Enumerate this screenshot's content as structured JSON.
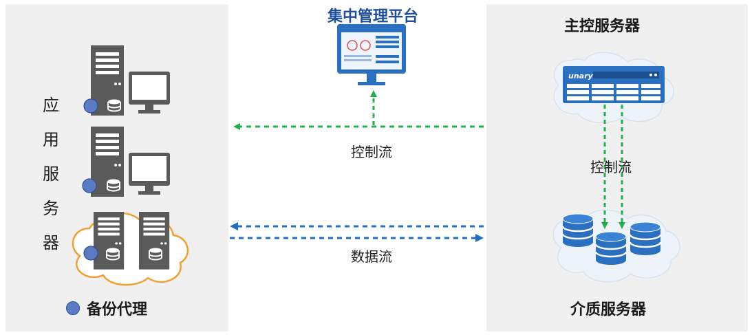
{
  "left_panel": {
    "vertical_label": [
      "应",
      "用",
      "服",
      "务",
      "器"
    ],
    "legend_label": "备份代理"
  },
  "center": {
    "title": "集中管理平台",
    "control_flow_label": "控制流",
    "data_flow_label": "数据流"
  },
  "right_panel": {
    "main_server_title": "主控服务器",
    "media_server_title": "介质服务器",
    "control_flow_label": "控制流",
    "brand_logo": "unary"
  },
  "colors": {
    "panel_bg": "#f0f0f0",
    "control_flow": "#22b04b",
    "data_flow": "#1e6fc4",
    "server_gray": "#5a5a5a",
    "agent_dot": "#5b7cc4",
    "device_blue": "#2b6fc0"
  }
}
